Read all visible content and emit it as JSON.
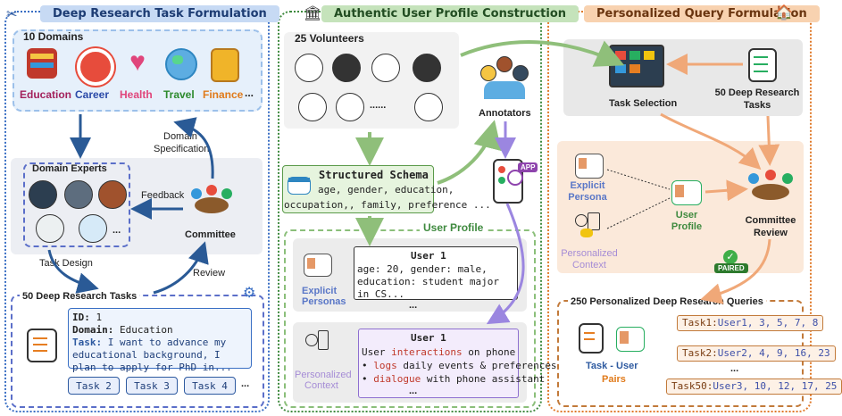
{
  "panels": {
    "left_title": "Deep Research Task Formulation",
    "middle_title": "Authentic User Profile Construction",
    "right_title": "Personalized Query Formulation"
  },
  "left": {
    "domains_heading": "10 Domains",
    "domains": [
      "Education",
      "Career",
      "Health",
      "Travel",
      "Finance",
      "..."
    ],
    "domain_colors": [
      "#a3215c",
      "#2b4aa8",
      "#e0457b",
      "#2d8a2d",
      "#e07a1a",
      "#222222"
    ],
    "experts_heading": "Domain Experts",
    "experts_more": "...",
    "domain_spec": "Domain Specification",
    "feedback": "Feedback",
    "committee": "Committee",
    "task_design": "Task Design",
    "review": "Review",
    "tasks_heading": "50 Deep Research Tasks",
    "task_card": {
      "id_label": "ID:",
      "id_value": "1",
      "domain_label": "Domain:",
      "domain_value": "Education",
      "task_label": "Task:",
      "task_text": "I want to advance my educational background, I plan to apply for PhD in..."
    },
    "task_buttons": [
      "Task 2",
      "Task 3",
      "Task 4"
    ],
    "task_more": "..."
  },
  "middle": {
    "volunteers_heading": "25 Volunteers",
    "volunteers_more": "......",
    "annotators": "Annotators",
    "schema_title": "Structured Schema",
    "schema_line1": "age, gender, education,",
    "schema_line2": "occupation,, family, preference ...",
    "user_profile_heading": "User Profile",
    "explicit_personas": "Explicit Personas",
    "user1_a": "User 1",
    "user1_a_text": "age: 20, gender: male, education: student major in CS...",
    "mid_more": "...",
    "personalized_context": "Personalized Context",
    "user1_b": "User 1",
    "user1_b_line1_pre": "User ",
    "user1_b_line1_hl": "interactions",
    "user1_b_line1_post": " on phone",
    "bullet1_hl": "logs",
    "bullet1_rest": " daily events & preferences",
    "bullet2_hl": "dialogue",
    "bullet2_rest": " with phone assistant",
    "user1_b_more": "...",
    "app_badge": "APP"
  },
  "right": {
    "task_selection": "Task Selection",
    "deep_tasks": "50 Deep Research Tasks",
    "explicit_persona": "Explicit Persona",
    "user_profile": "User Profile",
    "personalized_context": "Personalized Context",
    "committee_review": "Committee Review",
    "paired_badge": "PAIRED",
    "queries_heading": "250 Personalized Deep Research Queries",
    "pairs_label_1": "Task - User",
    "pairs_label_2": "Pairs",
    "pairs": [
      {
        "task": "Task1:",
        "users": "User1, 3, 5, 7, 8"
      },
      {
        "task": "Task2:",
        "users": "User2, 4, 9, 16, 23"
      },
      {
        "task": "Task50:",
        "users": "User3, 10, 12, 17, 25"
      }
    ],
    "pairs_more": "..."
  }
}
